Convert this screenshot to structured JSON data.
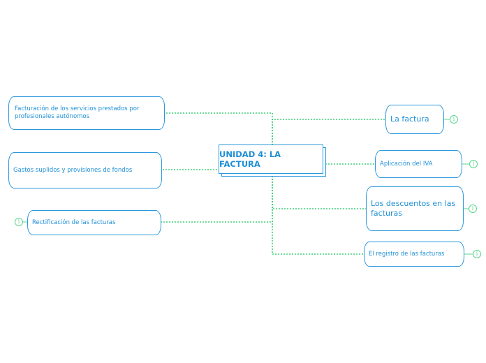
{
  "colors": {
    "connector": "#3fd178",
    "node_border": "#2a97dc",
    "node_text": "#1e8fd6"
  },
  "central": {
    "label": "UNIDAD 4: LA FACTURA"
  },
  "left_topics": [
    {
      "label": "Facturación de los servicios prestados por profesionales autónomos"
    },
    {
      "label": "Gastos suplidos y provisiones de fondos"
    },
    {
      "label": "Rectificación de las facturas"
    }
  ],
  "right_topics": [
    {
      "label": "La factura"
    },
    {
      "label": "Aplicación del IVA"
    },
    {
      "label": "Los descuentos en las facturas"
    },
    {
      "label": "El registro de las facturas"
    }
  ],
  "icons": {
    "info": "info-icon"
  }
}
